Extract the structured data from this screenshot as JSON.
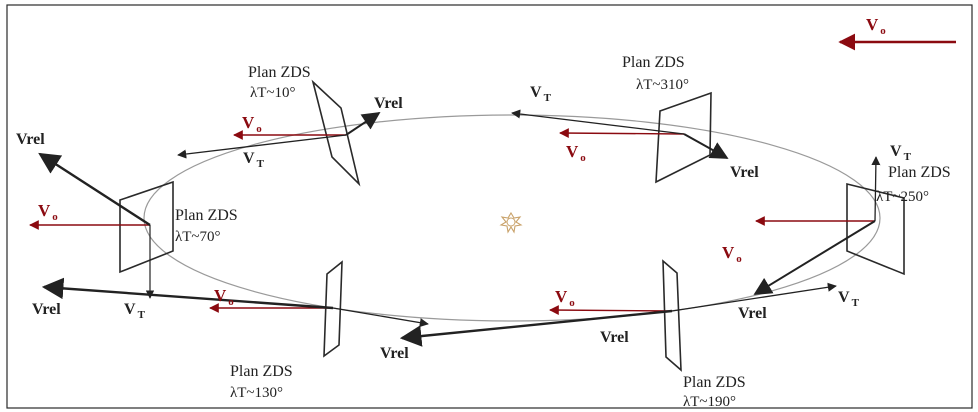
{
  "colors": {
    "vo": "#8b0a10",
    "ink": "#222222",
    "orbit": "#9a9a9a",
    "frame": "#2a2a2a",
    "sun": "#c9a26a"
  },
  "labels": {
    "v": "V",
    "sub_o": "o",
    "sub_t": "T",
    "vrel": "Vrel",
    "plan": "Plan ZDS"
  },
  "legend": {
    "label": "V",
    "sub": "o"
  },
  "stations": [
    {
      "id": "10",
      "lambda": "λT~10°"
    },
    {
      "id": "310",
      "lambda": "λT~310°"
    },
    {
      "id": "250",
      "lambda": "λT~250°"
    },
    {
      "id": "70",
      "lambda": "λT~70°"
    },
    {
      "id": "130",
      "lambda": "λT~130°"
    },
    {
      "id": "190",
      "lambda": "λT~190°"
    }
  ],
  "icons": {
    "center": "sun-icon"
  }
}
